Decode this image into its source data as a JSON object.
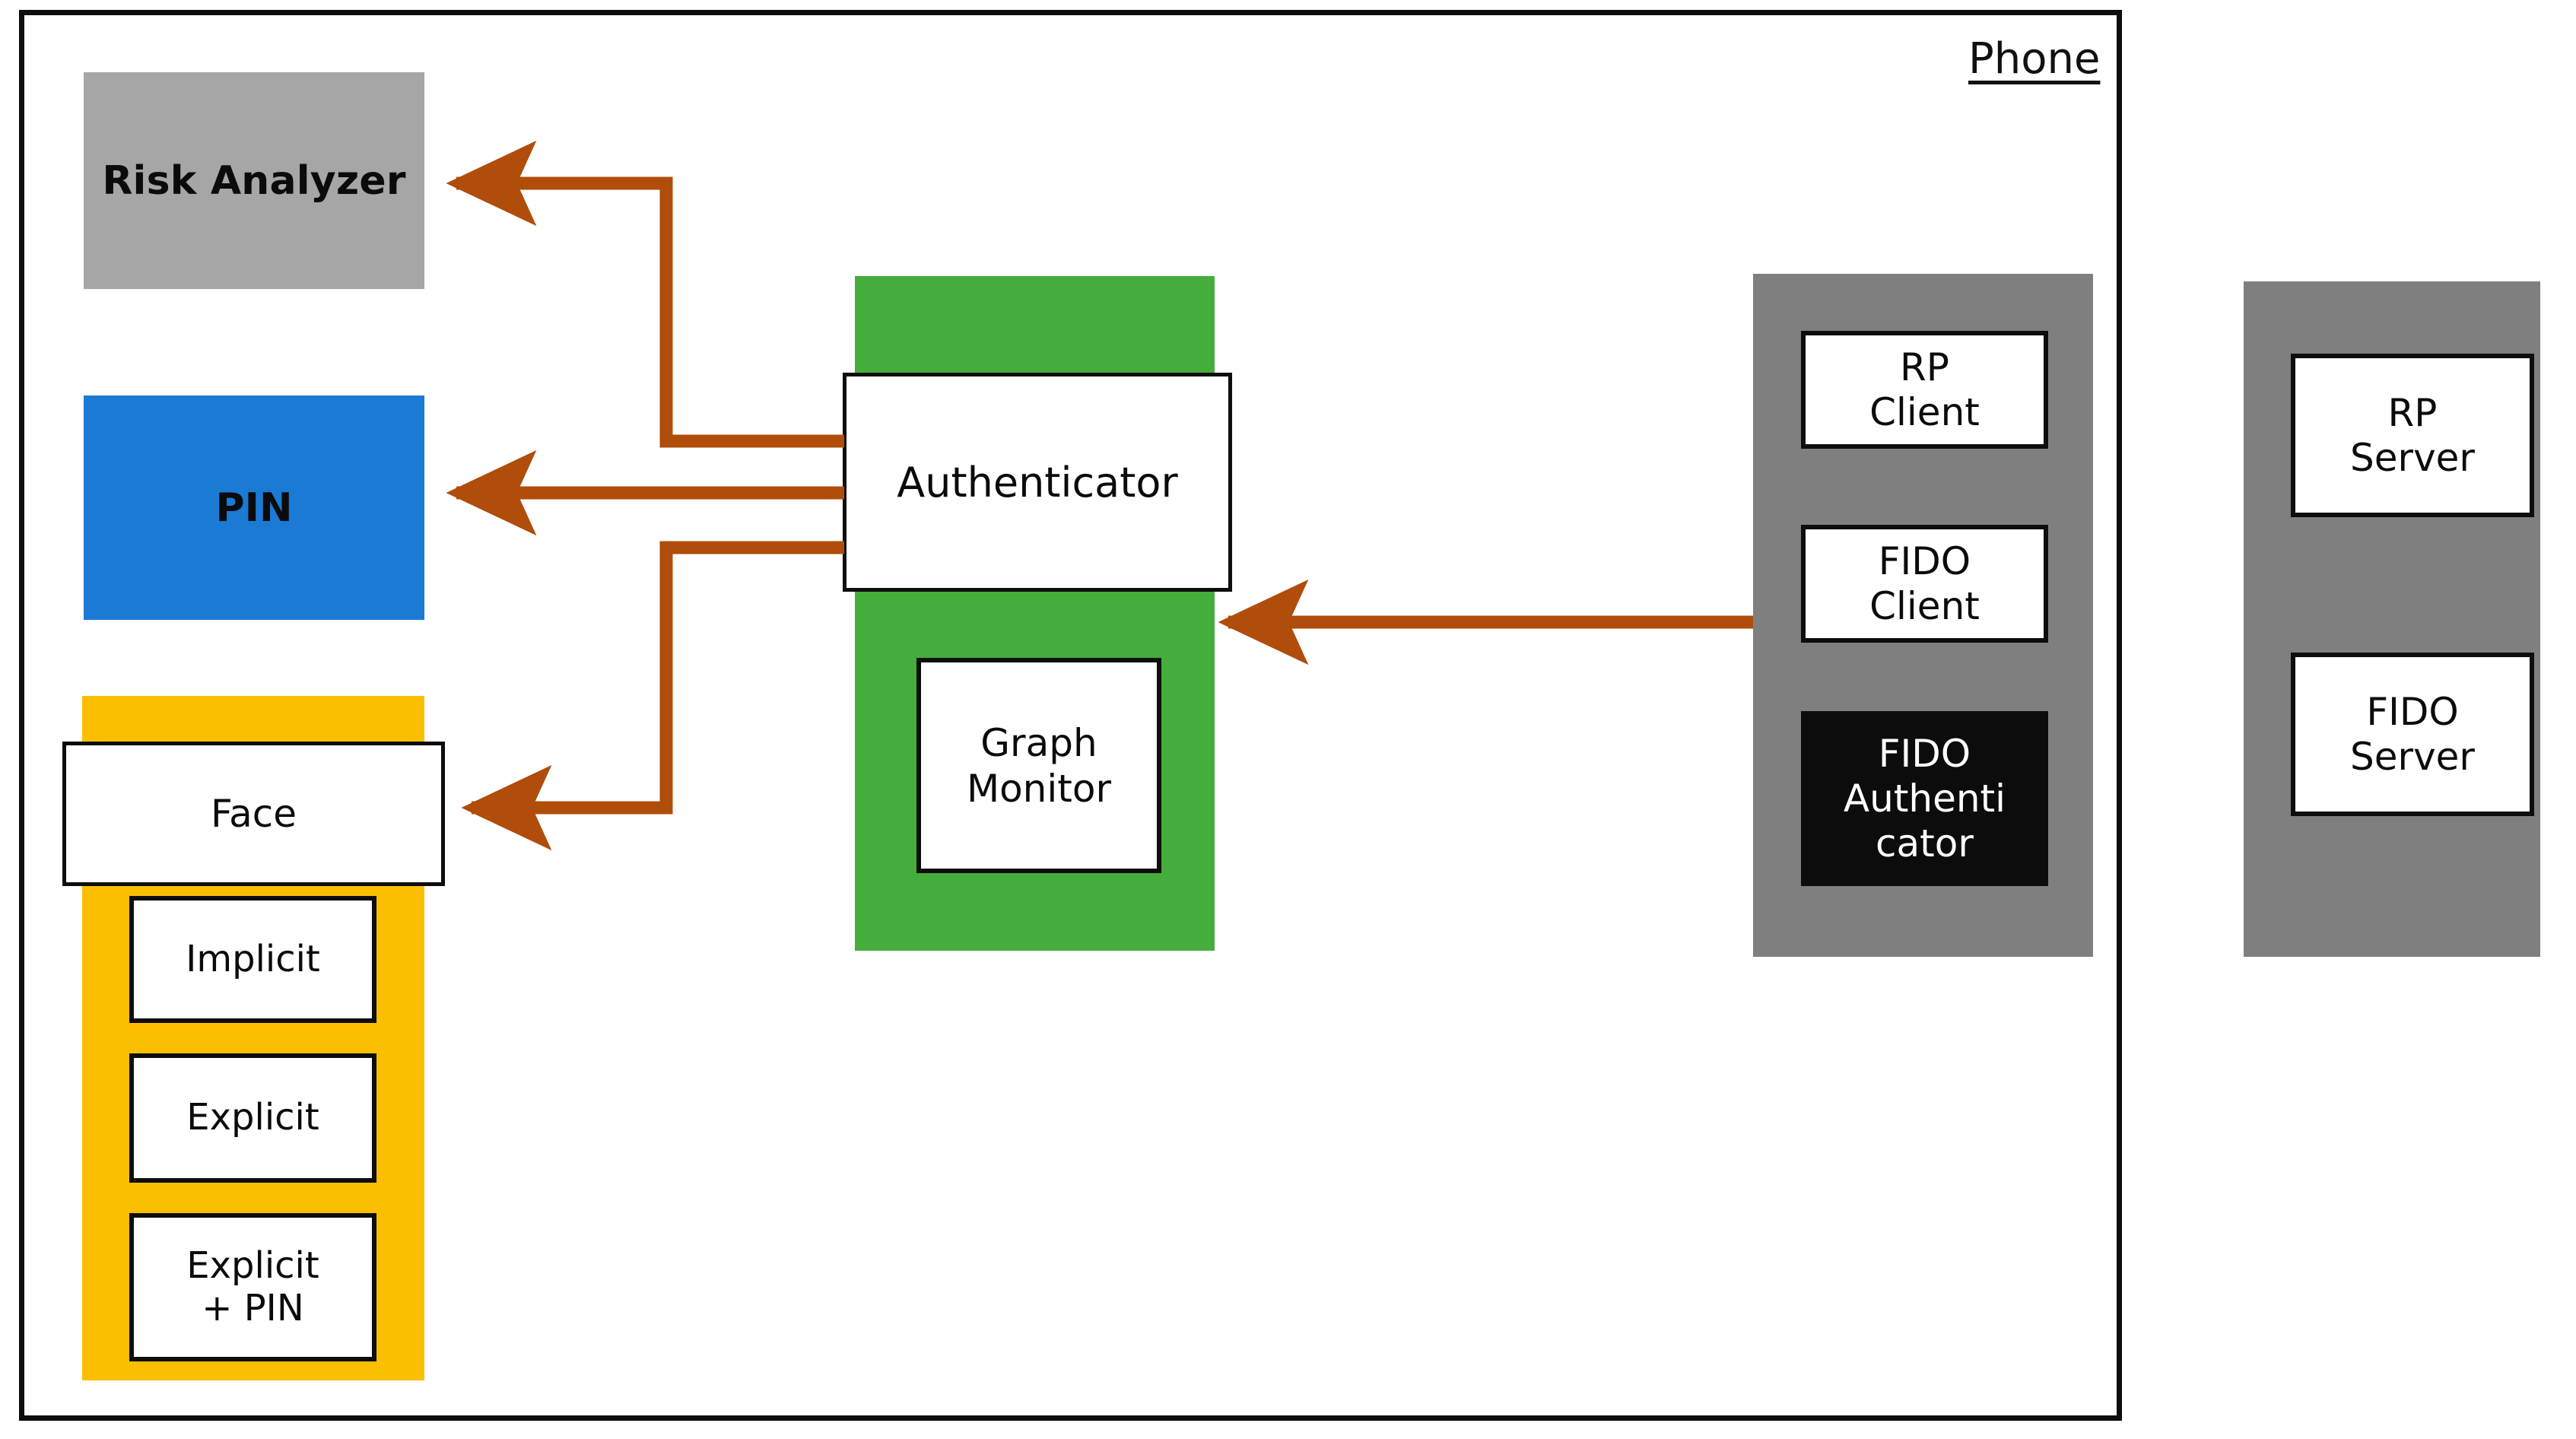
{
  "diagram": {
    "title": "Phone",
    "container_label": "Phone",
    "colors": {
      "risk_analyzer_fill": "#a6a6a6",
      "pin_fill": "#1a7ad4",
      "biometric_band_fill": "#fcbf00",
      "authenticator_band_fill": "#44ad3b",
      "client_panel_fill": "#7f7f7f",
      "server_panel_fill": "#7f7f7f",
      "fido_authenticator_fill": "#0c0c0c",
      "arrow_color": "#b04d0a",
      "border_color": "#0d0d0d",
      "box_fill": "#ffffff"
    },
    "left_column": {
      "risk_analyzer": {
        "label": "Risk Analyzer"
      },
      "pin": {
        "label": "PIN"
      },
      "biometric_group": {
        "face": {
          "label": "Face"
        },
        "modes": [
          {
            "label": "Implicit"
          },
          {
            "label": "Explicit"
          },
          {
            "label": "Explicit\n+ PIN"
          }
        ]
      }
    },
    "center_column": {
      "authenticator": {
        "label": "Authenticator"
      },
      "graph_monitor": {
        "label": "Graph\nMonitor"
      }
    },
    "client_panel": {
      "items": [
        {
          "label": "RP\nClient"
        },
        {
          "label": "FIDO\nClient"
        },
        {
          "label": "FIDO\nAuthenti\ncator"
        }
      ]
    },
    "server_panel": {
      "items": [
        {
          "label": "RP\nServer"
        },
        {
          "label": "FIDO\nServer"
        }
      ]
    },
    "connections": [
      {
        "from": "Authenticator",
        "to": "Risk Analyzer",
        "direction": "left",
        "style": "elbow"
      },
      {
        "from": "Authenticator",
        "to": "PIN",
        "direction": "left",
        "style": "straight"
      },
      {
        "from": "Authenticator",
        "to": "Face",
        "direction": "left",
        "style": "elbow"
      },
      {
        "from": "FIDO Client",
        "to": "Authenticator",
        "direction": "left",
        "style": "straight"
      }
    ]
  }
}
